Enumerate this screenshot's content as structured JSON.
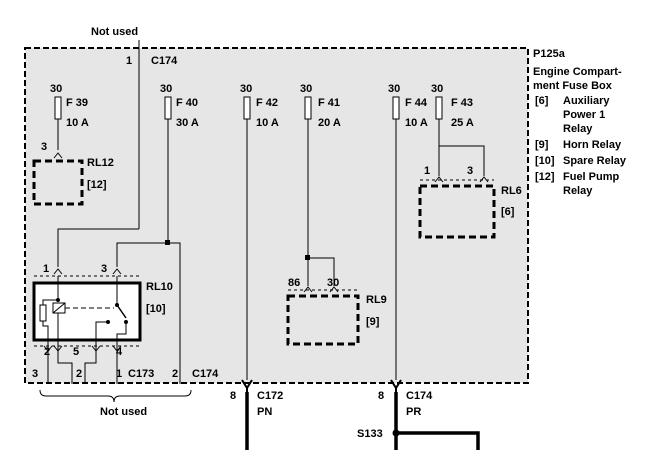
{
  "top_note": "Not used",
  "bottom_note": "Not used",
  "box": {
    "id": "P125a",
    "name_line1": "Engine Compart-",
    "name_line2": "ment Fuse Box"
  },
  "legend": [
    {
      "code": "[6]",
      "lines": [
        "Auxiliary",
        "Power 1",
        "Relay"
      ]
    },
    {
      "code": "[9]",
      "lines": [
        "Horn Relay"
      ]
    },
    {
      "code": "[10]",
      "lines": [
        "Spare Relay"
      ]
    },
    {
      "code": "[12]",
      "lines": [
        "Fuel Pump",
        "Relay"
      ]
    }
  ],
  "fuses": [
    {
      "supply": "30",
      "name": "F 39",
      "rating": "10 A"
    },
    {
      "supply": "30",
      "name": "F 40",
      "rating": "30 A"
    },
    {
      "supply": "30",
      "name": "F 42",
      "rating": "10 A"
    },
    {
      "supply": "30",
      "name": "F 41",
      "rating": "20 A"
    },
    {
      "supply": "30",
      "name": "F 44",
      "rating": "10 A"
    },
    {
      "supply": "30",
      "name": "F 43",
      "rating": "25 A"
    }
  ],
  "relays": {
    "rl12": {
      "name": "RL12",
      "ref": "[12]",
      "pin": "3"
    },
    "rl10": {
      "name": "RL10",
      "ref": "[10]",
      "pins_top": [
        "1",
        "3"
      ],
      "pins_bottom": [
        "2",
        "5",
        "4"
      ]
    },
    "rl9": {
      "name": "RL9",
      "ref": "[9]",
      "pins": [
        "86",
        "30"
      ]
    },
    "rl6": {
      "name": "RL6",
      "ref": "[6]",
      "pins": [
        "1",
        "3"
      ]
    }
  },
  "connectors": {
    "c174_top": {
      "pin": "1",
      "name": "C174"
    },
    "c173": {
      "pins": [
        "3",
        "2",
        "1"
      ],
      "name": "C173"
    },
    "c174_left": {
      "pin": "2",
      "name": "C174"
    },
    "c172": {
      "pin": "8",
      "name": "C172",
      "color": "PN"
    },
    "c174_right": {
      "pin": "8",
      "name": "C174",
      "color": "PR"
    }
  },
  "splice": "S133"
}
